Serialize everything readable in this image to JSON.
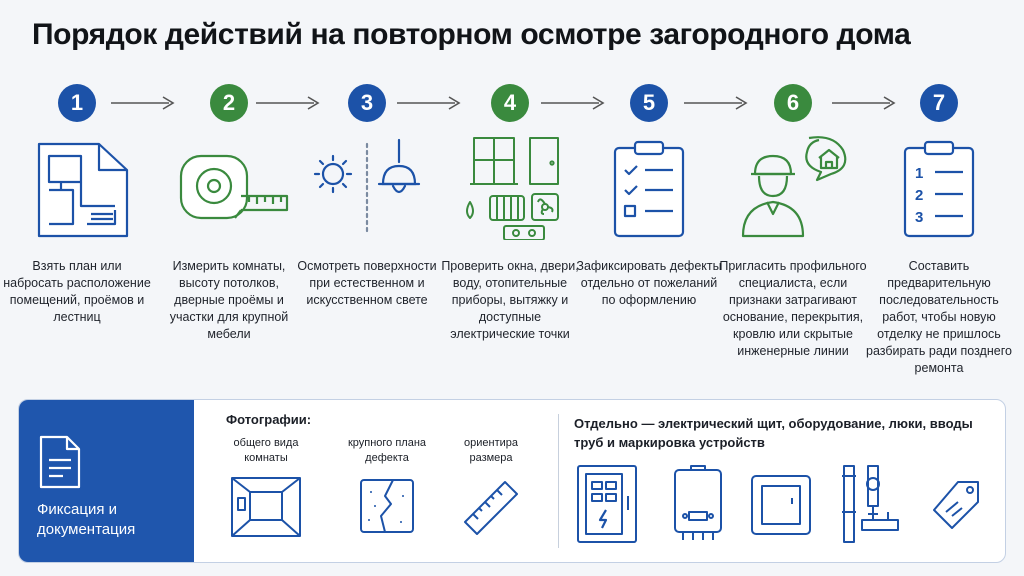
{
  "title": "Порядок действий на повторном осмотре загородного дома",
  "steps": [
    {
      "number": "1",
      "color": "blue",
      "icon": "floor-plan-icon",
      "text": "Взять план или набросать расположение помещений, проёмов и лестниц"
    },
    {
      "number": "2",
      "color": "green",
      "icon": "tape-measure-icon",
      "text": "Измерить комнаты, высоту потолков, дверные проёмы и участки для крупной мебели"
    },
    {
      "number": "3",
      "color": "blue",
      "icon": "light-icon",
      "text": "Осмотреть поверхности при естественном и искусственном свете"
    },
    {
      "number": "4",
      "color": "green",
      "icon": "window-door-outlet-icon",
      "text": "Проверить окна, двери, воду, отопительные приборы, вытяжку и доступные электрические точки"
    },
    {
      "number": "5",
      "color": "blue",
      "icon": "checklist-icon",
      "text": "Зафиксировать дефекты отдельно от пожеланий по оформлению"
    },
    {
      "number": "6",
      "color": "green",
      "icon": "specialist-icon",
      "text": "Пригласить профильного специалиста, если признаки затрагивают основание, перекрытия, кровлю или скрытые инженерные линии"
    },
    {
      "number": "7",
      "color": "blue",
      "icon": "numbered-list-icon",
      "text": "Составить предварительную последовательность работ, чтобы новую отделку не пришлось разбирать ради позднего ремонта"
    }
  ],
  "documentation": {
    "label": "Фиксация и документация",
    "icon": "document-icon",
    "photos_title": "Фотографии:",
    "photos": [
      {
        "label": "общего вида комнаты",
        "icon": "room-icon"
      },
      {
        "label": "крупного плана дефекта",
        "icon": "crack-icon"
      },
      {
        "label": "ориентира размера",
        "icon": "ruler-icon"
      }
    ],
    "other_title": "Отдельно — электрический щит, оборудование, люки, вводы труб и маркировка устройств",
    "other_icons": [
      "electrical-panel-icon",
      "boiler-icon",
      "hatch-icon",
      "pipes-icon",
      "tag-icon"
    ]
  },
  "colors": {
    "blue": "#1c52a8",
    "green": "#3a8a3e",
    "panel_blue": "#1f56ad"
  }
}
